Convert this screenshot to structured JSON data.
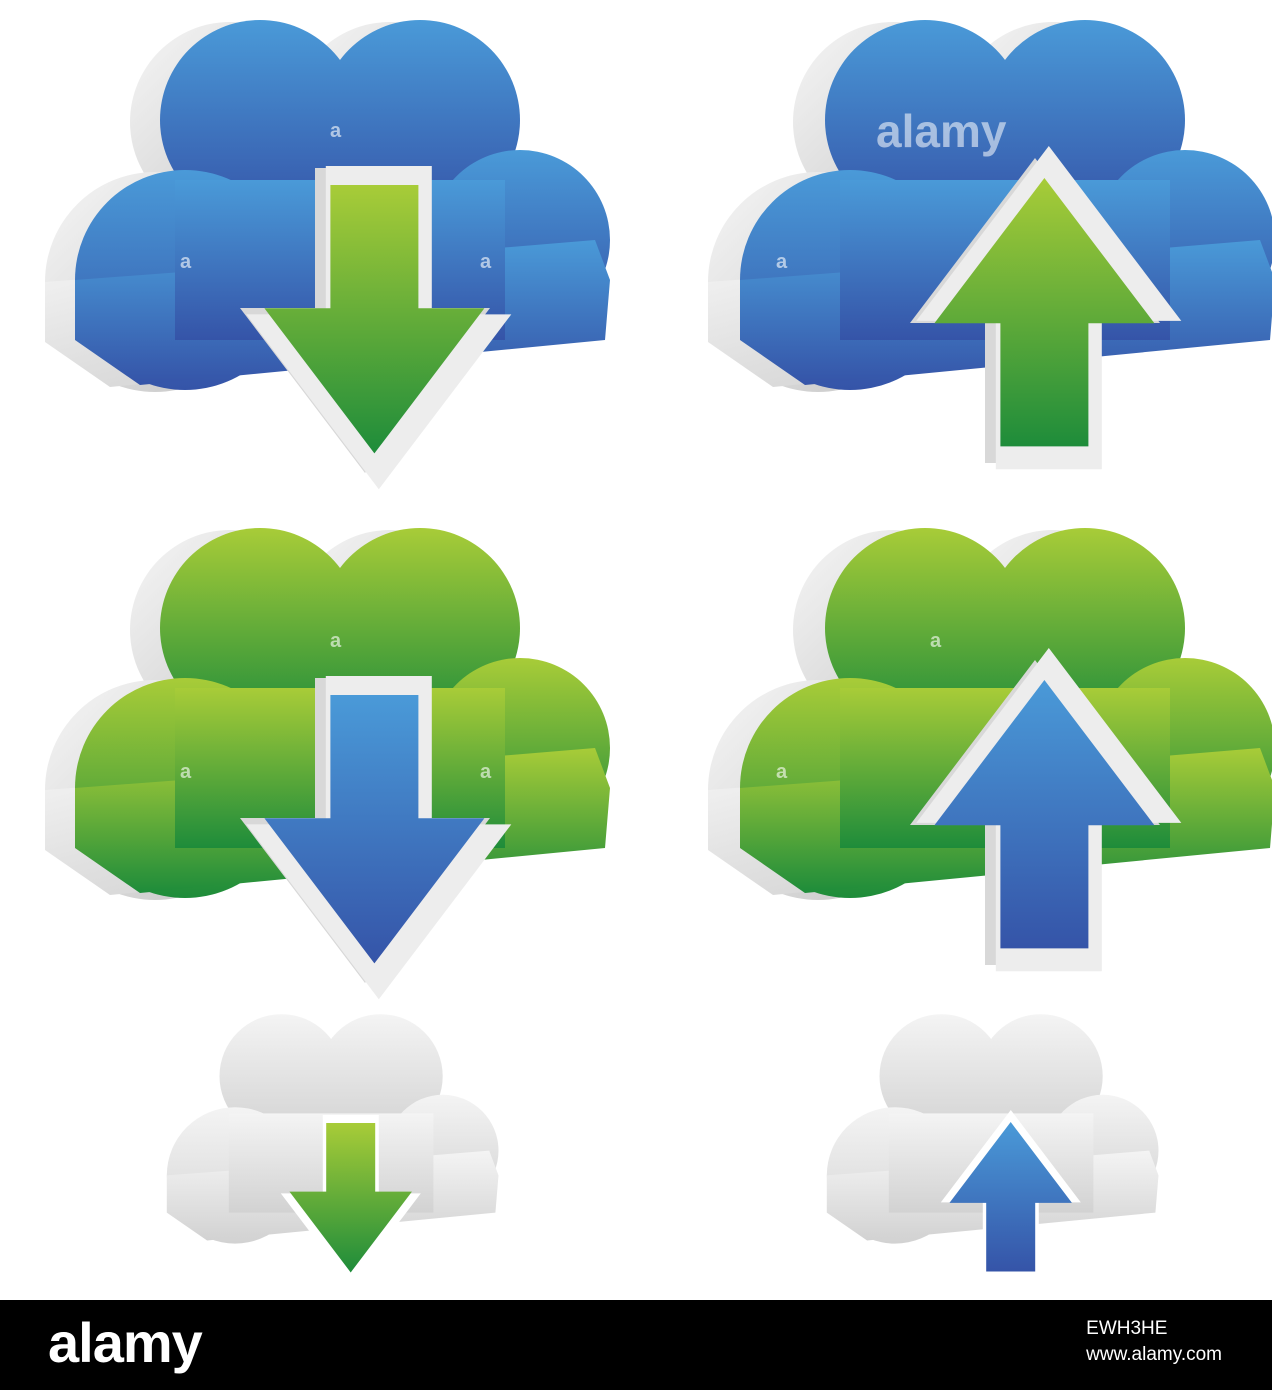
{
  "watermark": {
    "brand": "alamy",
    "letter": "a"
  },
  "icons": [
    {
      "name": "cloud-download",
      "cloud_color": "blue",
      "arrow_color": "green",
      "direction": "down",
      "size": "large"
    },
    {
      "name": "cloud-upload",
      "cloud_color": "blue",
      "arrow_color": "green",
      "direction": "up",
      "size": "large"
    },
    {
      "name": "cloud-download",
      "cloud_color": "green",
      "arrow_color": "blue",
      "direction": "down",
      "size": "large"
    },
    {
      "name": "cloud-upload",
      "cloud_color": "green",
      "arrow_color": "blue",
      "direction": "up",
      "size": "large"
    },
    {
      "name": "cloud-download",
      "cloud_color": "gray",
      "arrow_color": "green",
      "direction": "down",
      "size": "small"
    },
    {
      "name": "cloud-upload",
      "cloud_color": "gray",
      "arrow_color": "blue",
      "direction": "up",
      "size": "small"
    }
  ],
  "colors": {
    "blue_top": "#4a9ad8",
    "blue_bottom": "#3554a8",
    "green_top": "#a8cc38",
    "green_bottom": "#1e8c3a",
    "gray_top": "#f0f0f0",
    "gray_bottom": "#d4d4d4",
    "side_light": "#f2f2f2",
    "side_dark": "#c8c8c8"
  },
  "footer": {
    "logo": "alamy",
    "image_id": "EWH3HE",
    "site": "www.alamy.com"
  }
}
